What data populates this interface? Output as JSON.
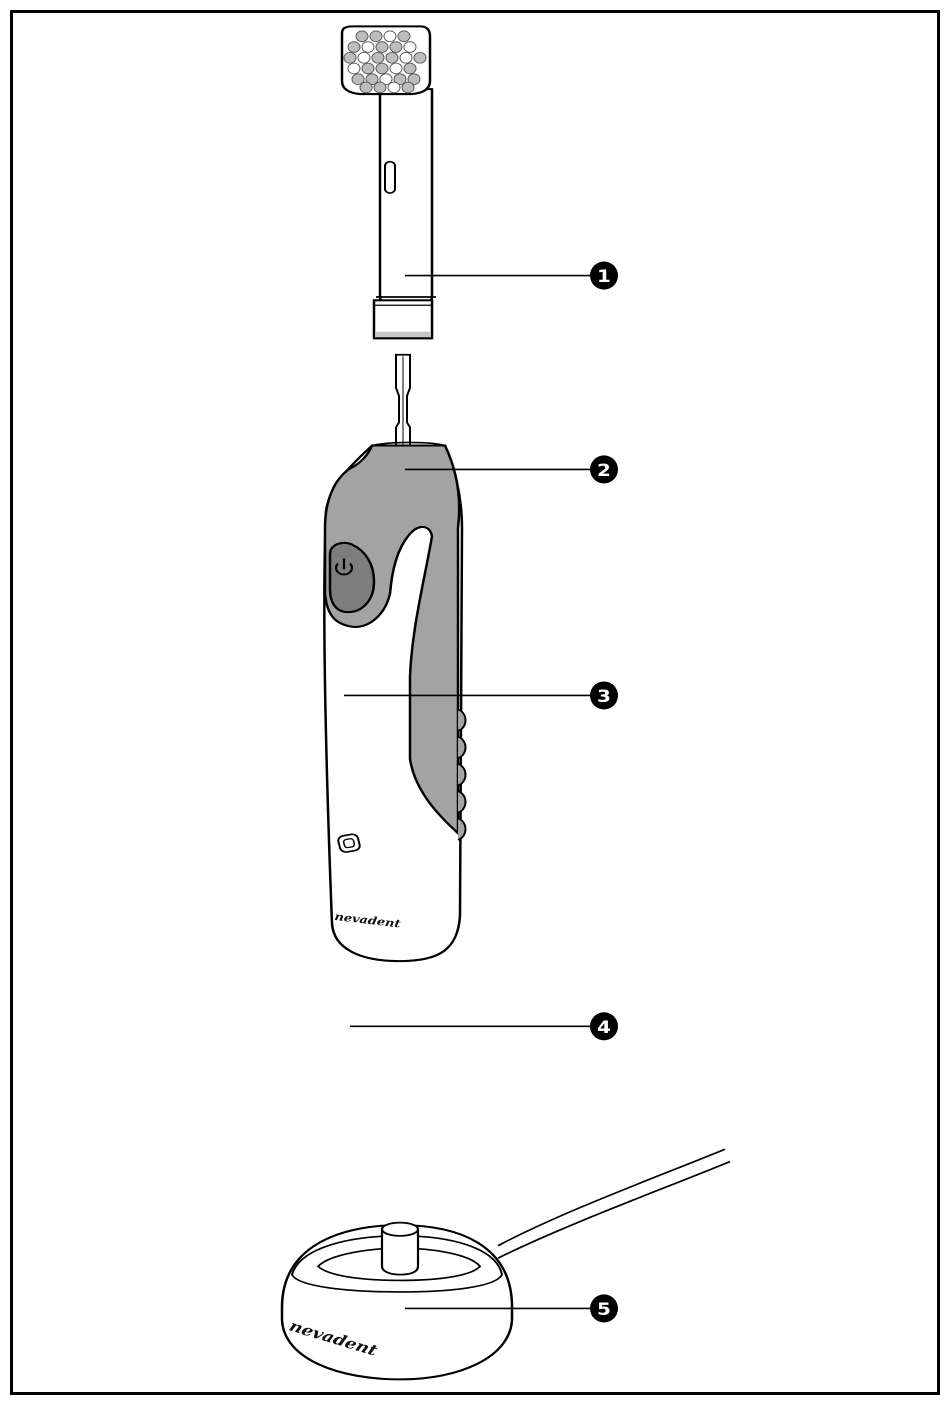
{
  "brand": {
    "handle_text": "nevadent",
    "base_text": "nevadent"
  },
  "callouts": [
    {
      "id": "brush-head",
      "number": "1"
    },
    {
      "id": "drive-shaft",
      "number": "2"
    },
    {
      "id": "power-button",
      "number": "3"
    },
    {
      "id": "charge-indicator",
      "number": "4"
    },
    {
      "id": "charging-base",
      "number": "5"
    }
  ],
  "colors": {
    "line": "#000000",
    "grip_gray": "#a3a3a3",
    "button_dark": "#7d7d7d",
    "bristle_gray": "#bdbdbd",
    "ring_gray": "#c8c8c8"
  }
}
